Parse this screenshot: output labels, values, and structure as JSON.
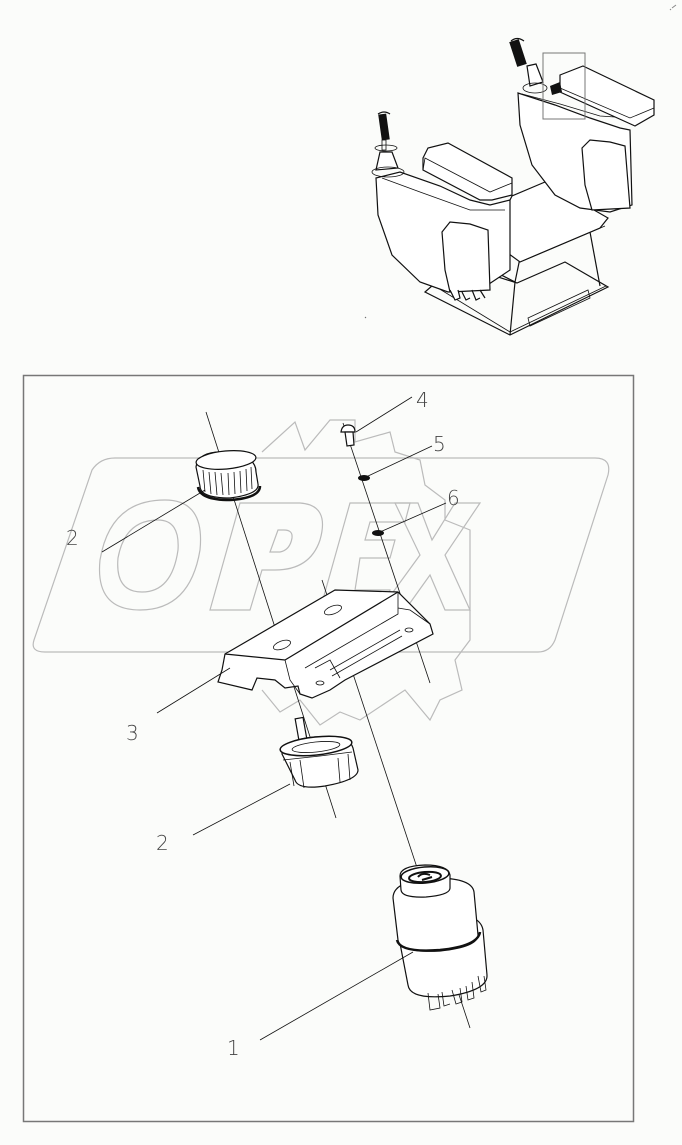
{
  "diagram": {
    "type": "exploded-parts-diagram",
    "watermark": "OPEX",
    "overview": {
      "description": "Operator seat console assembly with two joystick armrests; highlight box on right console switch location"
    },
    "callouts": [
      {
        "id": "1",
        "label": "1",
        "part": "switch-body"
      },
      {
        "id": "2a",
        "label": "2",
        "part": "knob-cap"
      },
      {
        "id": "2b",
        "label": "2",
        "part": "knob-base"
      },
      {
        "id": "3",
        "label": "3",
        "part": "mounting-bracket"
      },
      {
        "id": "4",
        "label": "4",
        "part": "screw"
      },
      {
        "id": "5",
        "label": "5",
        "part": "washer"
      },
      {
        "id": "6",
        "label": "6",
        "part": "nut"
      }
    ]
  }
}
